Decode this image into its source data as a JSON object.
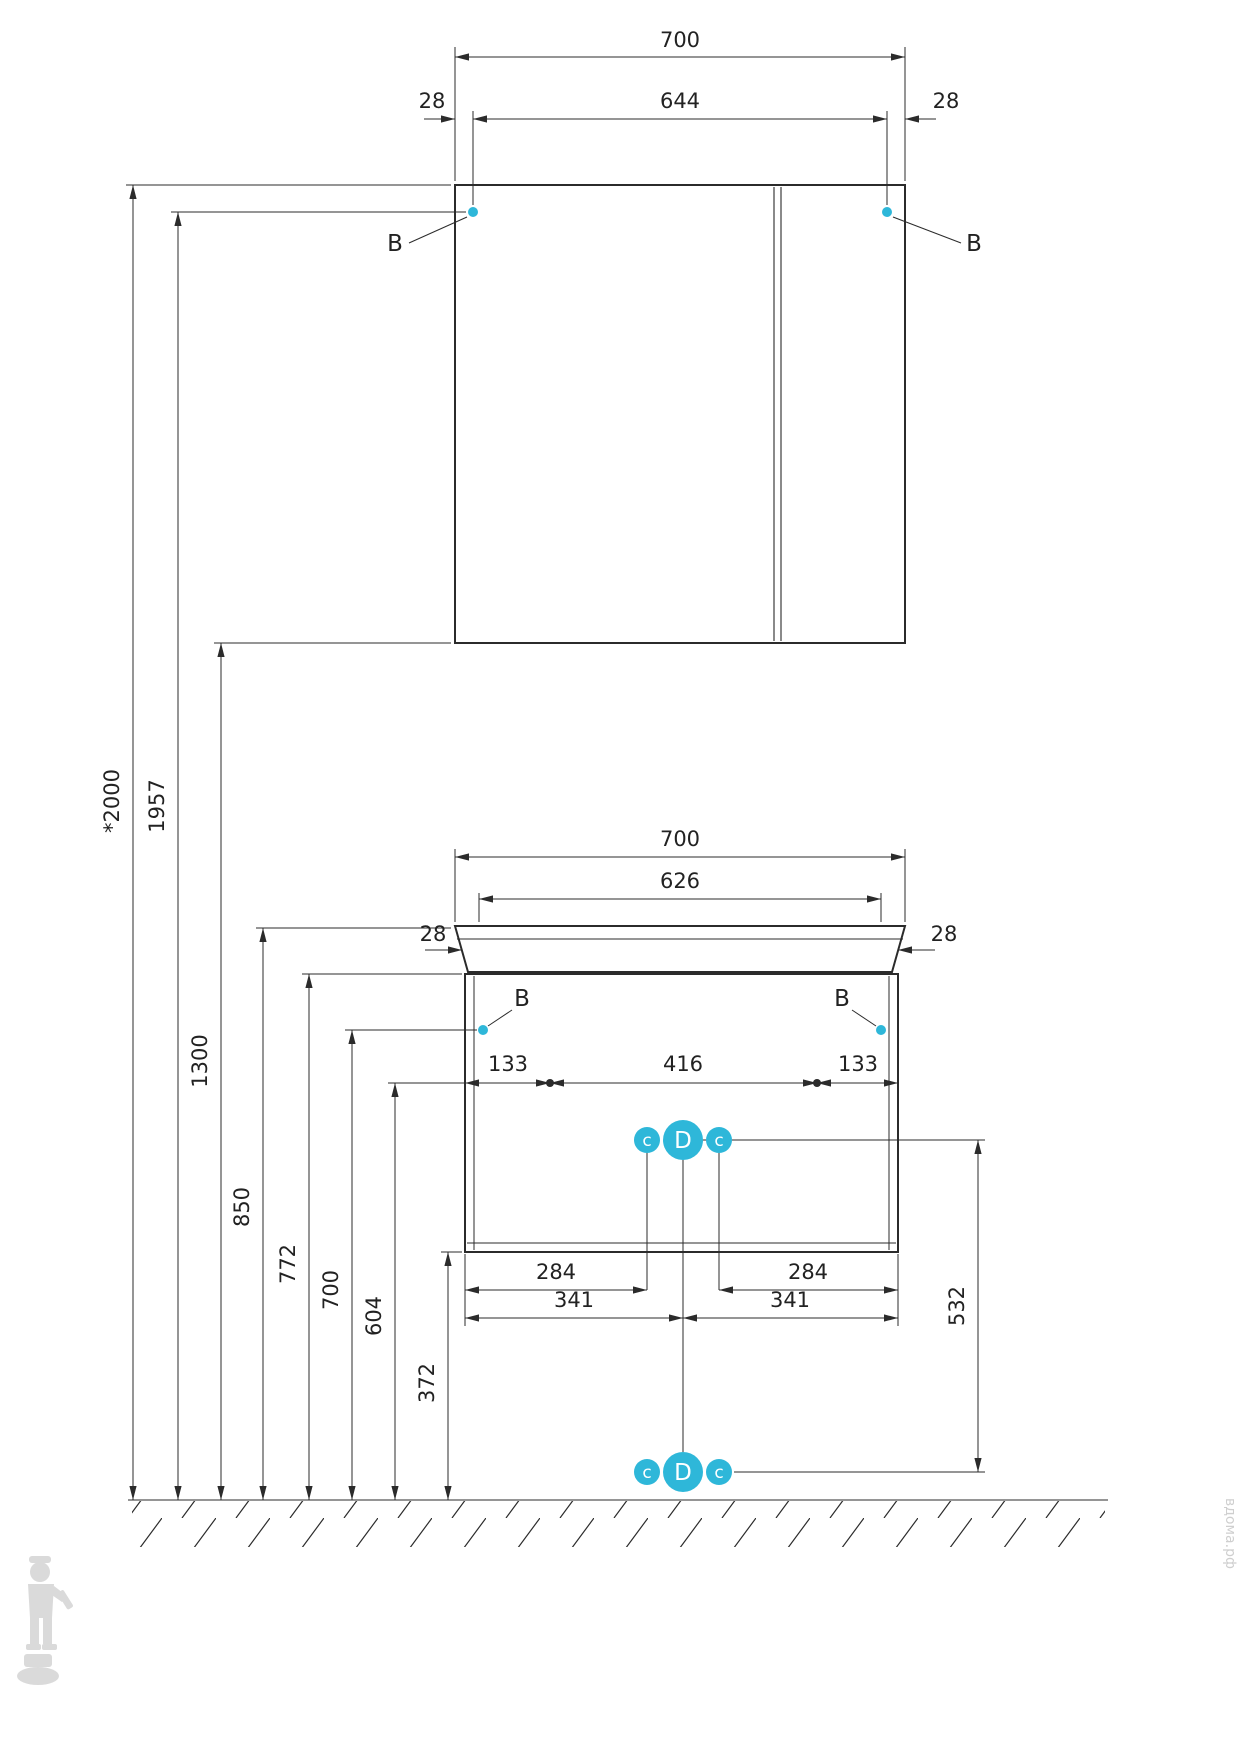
{
  "colors": {
    "accent": "#2eb7d9",
    "ink": "#2b2b2b",
    "watermark": "#dadada"
  },
  "watermark": {
    "brand": "вдома.рф"
  },
  "labels": {
    "hole_b": "B",
    "hole_c": "c",
    "hole_d": "D"
  },
  "mirror_dims": {
    "width": "700",
    "hole_span": "644",
    "inset_left": "28",
    "inset_right": "28"
  },
  "height_dims": {
    "overall": "*2000",
    "mirror_holes": "1957",
    "mirror_bottom": "1300",
    "basin_top": "850",
    "cabinet_top": "772",
    "cabinet_holes": "700",
    "back_holes": "604",
    "cabinet_bottom": "372"
  },
  "vanity_dims": {
    "width": "700",
    "basin_span": "626",
    "inset_left": "28",
    "inset_right": "28",
    "back_hole_left": "133",
    "back_hole_span": "416",
    "back_hole_right": "133",
    "drawer_left_284": "284",
    "drawer_left_341": "341",
    "drawer_right_284": "284",
    "drawer_right_341": "341",
    "drain_height": "532"
  }
}
